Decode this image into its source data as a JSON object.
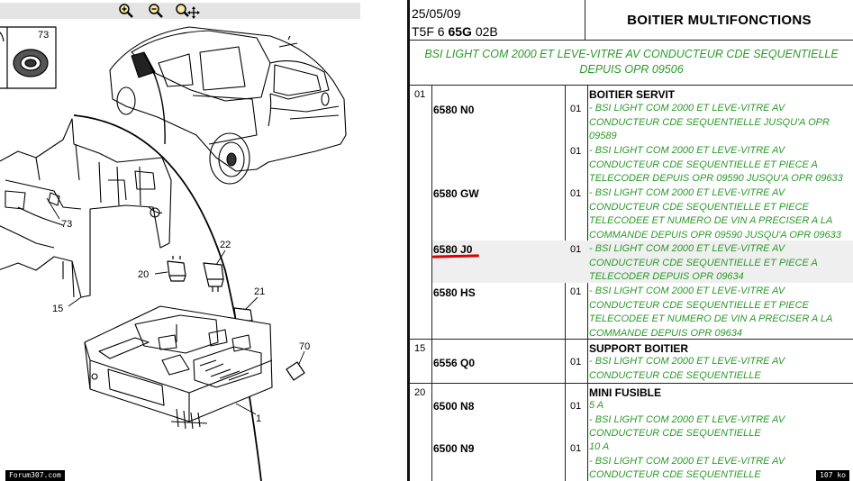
{
  "toolbar": {
    "zoom_in_icon": "zoom-in-icon",
    "zoom_out_icon": "zoom-out-icon",
    "zoom_pan_icon": "zoom-pan-icon"
  },
  "drawing": {
    "labels": [
      "73",
      "73",
      "22",
      "20",
      "21",
      "15",
      "70",
      "1"
    ]
  },
  "header": {
    "date": "25/05/09",
    "code_prefix": "T5F 6",
    "code_bold": "65G",
    "code_suffix": "02B",
    "title": "BOITIER MULTIFONCTIONS",
    "subtitle_line1": "BSI LIGHT COM 2000 ET LEVE-VITRE AV CONDUCTEUR CDE SEQUENTIELLE",
    "subtitle_line2": "DEPUIS OPR 09506"
  },
  "groups": [
    {
      "num": "01",
      "category": "BOITIER SERVIT",
      "parts": [
        {
          "ref": "6580 N0",
          "qty": "01",
          "desc": [
            "- BSI LIGHT COM 2000 ET LEVE-VITRE AV",
            "CONDUCTEUR CDE SEQUENTIELLE JUSQU'A OPR",
            "09589"
          ]
        },
        {
          "ref": "",
          "qty": "01",
          "desc": [
            "- BSI LIGHT COM 2000 ET LEVE-VITRE AV",
            "CONDUCTEUR CDE SEQUENTIELLE ET PIECE A",
            "TELECODER DEPUIS OPR 09590 JUSQU'A OPR 09633"
          ]
        },
        {
          "ref": "6580 GW",
          "qty": "01",
          "desc": [
            "- BSI LIGHT COM 2000 ET LEVE-VITRE AV",
            "CONDUCTEUR CDE SEQUENTIELLE ET PIECE",
            "TELECODEE ET NUMERO DE VIN A PRECISER A LA",
            "COMMANDE DEPUIS OPR 09590 JUSQU'A OPR 09633"
          ]
        },
        {
          "ref": "6580 J0",
          "qty": "01",
          "desc": [
            "- BSI LIGHT COM 2000 ET LEVE-VITRE AV",
            "CONDUCTEUR CDE SEQUENTIELLE ET PIECE A",
            "TELECODER DEPUIS OPR 09634"
          ]
        },
        {
          "ref": "6580 HS",
          "qty": "01",
          "desc": [
            "- BSI LIGHT COM 2000 ET LEVE-VITRE AV",
            "CONDUCTEUR CDE SEQUENTIELLE ET PIECE",
            "TELECODEE ET NUMERO DE VIN A PRECISER A LA",
            "COMMANDE DEPUIS OPR 09634"
          ]
        }
      ]
    },
    {
      "num": "15",
      "category": "SUPPORT BOITIER",
      "parts": [
        {
          "ref": "6556 Q0",
          "qty": "01",
          "desc": [
            "- BSI LIGHT COM 2000 ET LEVE-VITRE AV",
            "CONDUCTEUR CDE SEQUENTIELLE"
          ]
        }
      ]
    },
    {
      "num": "20",
      "category": "MINI FUSIBLE",
      "parts": [
        {
          "ref": "6500 N8",
          "qty": "01",
          "desc": [
            "5 A",
            "- BSI LIGHT COM 2000 ET LEVE-VITRE AV",
            "CONDUCTEUR CDE SEQUENTIELLE"
          ]
        },
        {
          "ref": "6500 N9",
          "qty": "01",
          "desc": [
            "10 A",
            "- BSI LIGHT COM 2000 ET LEVE-VITRE AV",
            "CONDUCTEUR CDE SEQUENTIELLE"
          ]
        }
      ]
    }
  ],
  "status": {
    "left": "Forum307.com",
    "right": "107 ko"
  },
  "colors": {
    "green_text": "#2a9a2a",
    "highlight_underline": "#e00000"
  }
}
